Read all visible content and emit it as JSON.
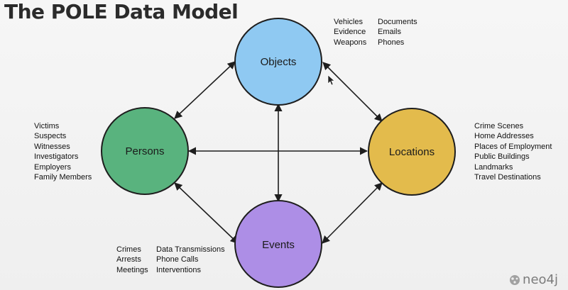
{
  "title": "The POLE Data Model",
  "nodes": {
    "objects": "Objects",
    "persons": "Persons",
    "locations": "Locations",
    "events": "Events"
  },
  "colors": {
    "objects": "#8fc9f2",
    "persons": "#59b37e",
    "locations": "#e3bb4c",
    "events": "#ad8ee6",
    "stroke": "#1e1e1e"
  },
  "lists": {
    "objects_left": [
      "Vehicles",
      "Evidence",
      "Weapons"
    ],
    "objects_right": [
      "Documents",
      "Emails",
      "Phones"
    ],
    "persons": [
      "Victims",
      "Suspects",
      "Witnesses",
      "Investigators",
      "Employers",
      "Family Members"
    ],
    "locations": [
      "Crime Scenes",
      "Home Addresses",
      "Places of Employment",
      "Public Buildings",
      "Landmarks",
      "Travel Destinations"
    ],
    "events_left": [
      "Crimes",
      "Arrests",
      "Meetings"
    ],
    "events_right": [
      "Data Transmissions",
      "Phone Calls",
      "Interventions"
    ]
  },
  "brand": "neo4j"
}
